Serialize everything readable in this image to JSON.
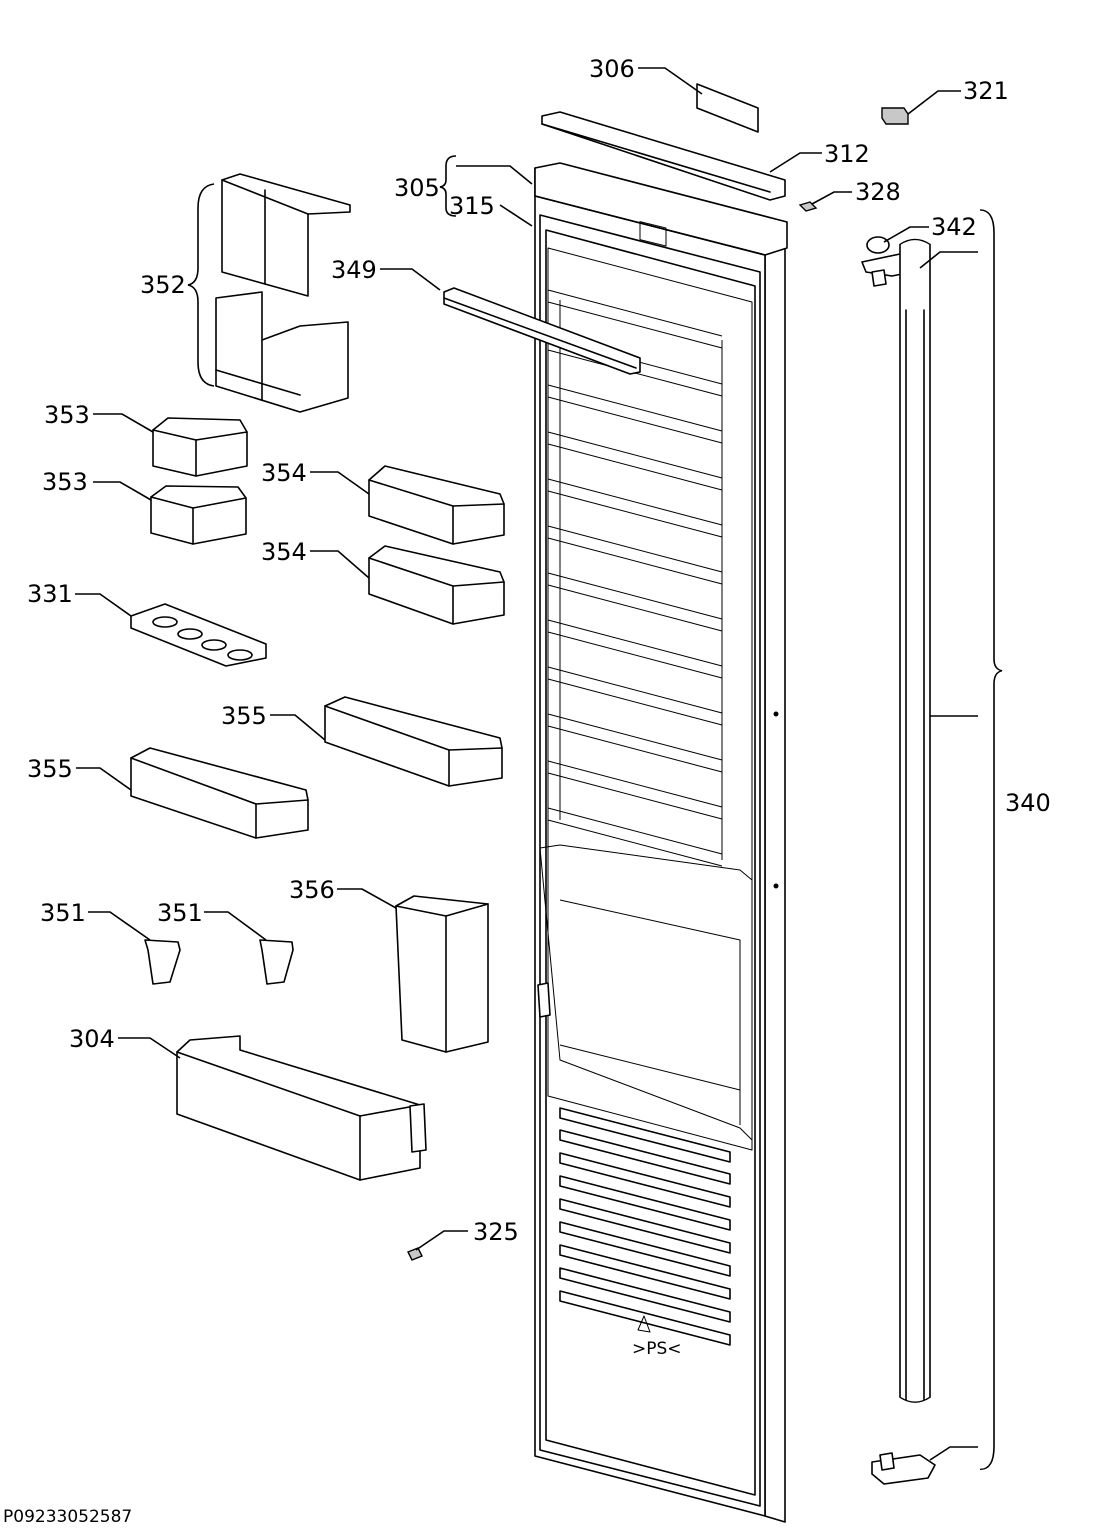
{
  "diagram_code": "P09233052587",
  "labels": {
    "l306": "306",
    "l321": "321",
    "l312": "312",
    "l305": "305",
    "l315": "315",
    "l328": "328",
    "l342": "342",
    "l352": "352",
    "l349": "349",
    "l353a": "353",
    "l353b": "353",
    "l354a": "354",
    "l354b": "354",
    "l331": "331",
    "l355a": "355",
    "l355b": "355",
    "l340": "340",
    "l351a": "351",
    "l351b": "351",
    "l356": "356",
    "l304": "304",
    "l325": "325"
  },
  "door_mark": ">PS<"
}
